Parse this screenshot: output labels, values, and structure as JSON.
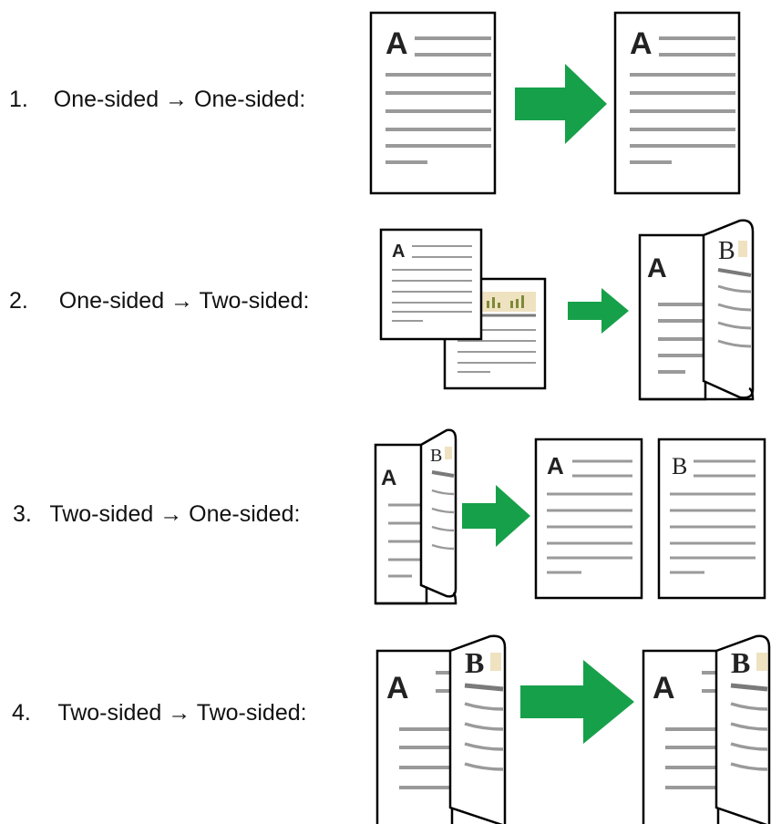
{
  "colors": {
    "arrow": "#17a04a",
    "page_border": "#000000",
    "text_line": "#9a9a9a",
    "thick_line": "#7a7a7a",
    "chart_bg": "#efe2c0",
    "chart_bar": "#7d8a3a"
  },
  "letters": {
    "front": "A",
    "back": "B"
  },
  "rows": [
    {
      "number": "1.",
      "label": "One-sided → One-sided:"
    },
    {
      "number": "2.",
      "label": "One-sided → Two-sided:"
    },
    {
      "number": "3.",
      "label": "Two-sided → One-sided:"
    },
    {
      "number": "4.",
      "label": "Two-sided → Two-sided:"
    }
  ],
  "icons": [
    "page-icon",
    "arrow-right-icon",
    "two-sided-page-icon"
  ]
}
